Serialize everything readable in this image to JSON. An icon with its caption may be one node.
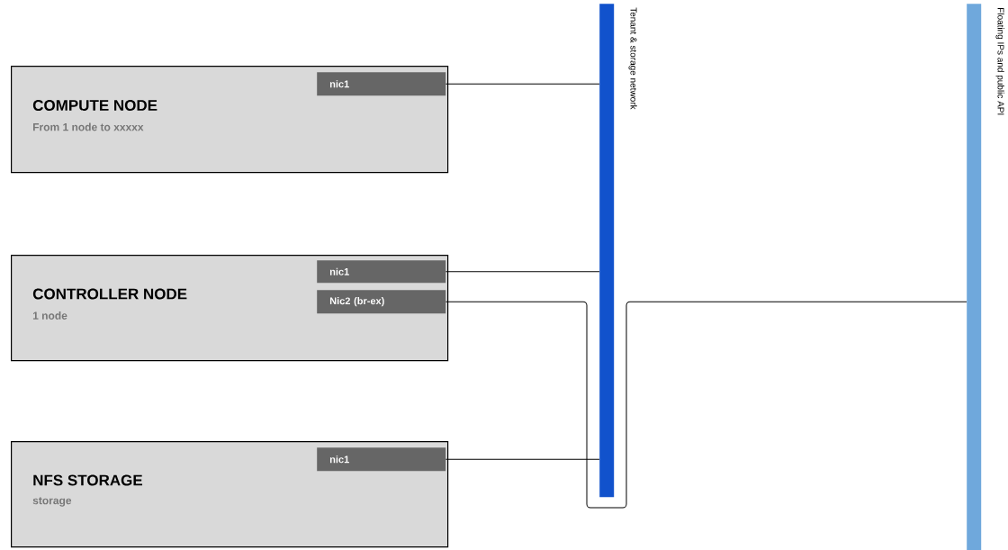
{
  "diagram": {
    "nodes": [
      {
        "text": [
          "COMPUTE NODE",
          "From 1 node to xxxxx"
        ]
      },
      {
        "text": [
          "nic1"
        ],
        "in": 0
      },
      {
        "text": [
          "CONTROLLER NODE",
          "1 node"
        ]
      },
      {
        "text": [
          "nic1"
        ],
        "in": 2
      },
      {
        "text": [
          "Nic2 (br-ex)"
        ],
        "in": 2
      },
      {
        "text": [
          "NFS STORAGE",
          "storage"
        ]
      },
      {
        "text": [
          "nic1"
        ],
        "in": 5
      },
      {
        "text": [],
        "shape": "bar",
        "beside": [
          "Tenant & storage network"
        ]
      },
      {
        "text": [],
        "shape": "bar",
        "beside": [
          "Floating IPs and public API"
        ]
      }
    ],
    "edges": [
      {
        "from": 1,
        "to": 7,
        "arrow": "none"
      },
      {
        "from": 3,
        "to": 7,
        "arrow": "none"
      },
      {
        "from": 4,
        "to": 8,
        "arrow": "none"
      },
      {
        "from": 6,
        "to": 7,
        "arrow": "none"
      }
    ]
  }
}
